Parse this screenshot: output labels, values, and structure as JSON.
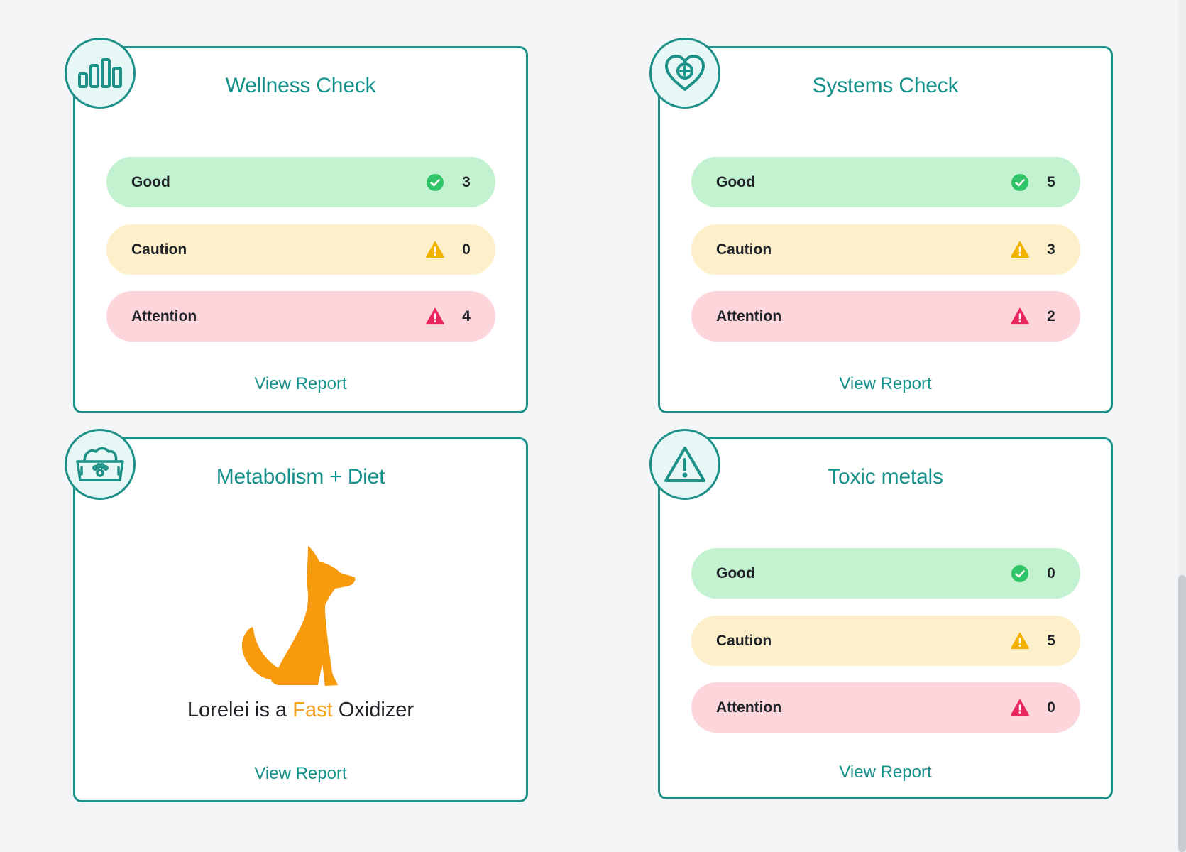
{
  "colors": {
    "accent": "#1d9087",
    "good_bg": "#c3f2d0",
    "caution_bg": "#fdefc9",
    "attention_bg": "#fdd6db",
    "good_icon": "#2fc467",
    "caution_icon": "#f2b100",
    "attention_icon": "#e8265e",
    "dog": "#f79a0b"
  },
  "cards": {
    "wellness": {
      "icon": "bar-chart-icon",
      "title": "Wellness Check",
      "good": {
        "label": "Good",
        "count": "3"
      },
      "caution": {
        "label": "Caution",
        "count": "0"
      },
      "attention": {
        "label": "Attention",
        "count": "4"
      },
      "link": "View Report"
    },
    "systems": {
      "icon": "heart-plus-icon",
      "title": "Systems Check",
      "good": {
        "label": "Good",
        "count": "5"
      },
      "caution": {
        "label": "Caution",
        "count": "3"
      },
      "attention": {
        "label": "Attention",
        "count": "2"
      },
      "link": "View Report"
    },
    "metabolism": {
      "icon": "pet-food-bowl-icon",
      "title": "Metabolism + Diet",
      "pet_name_prefix": "Lorelei is a",
      "oxidizer_speed": "Fast",
      "oxidizer_suffix": "Oxidizer",
      "link": "View Report"
    },
    "toxic": {
      "icon": "warning-triangle-icon",
      "title": "Toxic metals",
      "good": {
        "label": "Good",
        "count": "0"
      },
      "caution": {
        "label": "Caution",
        "count": "5"
      },
      "attention": {
        "label": "Attention",
        "count": "0"
      },
      "link": "View Report"
    }
  }
}
